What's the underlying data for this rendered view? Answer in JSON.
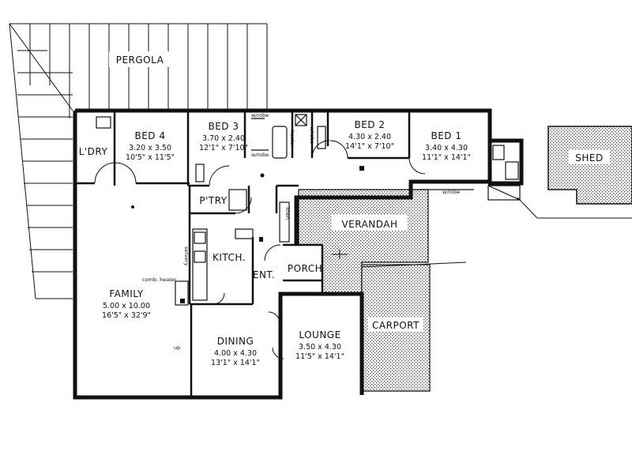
{
  "rooms": {
    "pergola": {
      "name": "PERGOLA"
    },
    "laundry": {
      "name": "L'DRY"
    },
    "bed4": {
      "name": "BED 4",
      "metric": "3.20 x 3.50",
      "imperial": "10'5\" x 11'5\""
    },
    "bed3": {
      "name": "BED 3",
      "metric": "3.70 x 2.40",
      "imperial": "12'1\" x 7'10\""
    },
    "bed2": {
      "name": "BED 2",
      "metric": "4.30 x 2.40",
      "imperial": "14'1\" x 7'10\""
    },
    "bed1": {
      "name": "BED 1",
      "metric": "3.40 x 4.30",
      "imperial": "11'1\" x 14'1\""
    },
    "shed": {
      "name": "SHED"
    },
    "pantry": {
      "name": "P'TRY"
    },
    "kitchen": {
      "name": "KITCH."
    },
    "verandah": {
      "name": "VERANDAH"
    },
    "porch": {
      "name": "PORCH"
    },
    "entry": {
      "name": "ENT."
    },
    "family": {
      "name": "FAMILY",
      "metric": "5.00 x 10.00",
      "imperial": "16'5\" x 32'9\""
    },
    "dining": {
      "name": "DINING",
      "metric": "4.00 x 4.30",
      "imperial": "13'1\" x 14'1\""
    },
    "lounge": {
      "name": "LOUNGE",
      "metric": "3.50 x 4.30",
      "imperial": "11'5\" x 14'1\""
    },
    "carport": {
      "name": "CARPORT"
    }
  },
  "annotations": {
    "wrobe_bed3_top": "w/robe",
    "wrobe_bed3_bottom": "w/robe",
    "heater": "heater",
    "wrobe_bed2": "w/robe",
    "wrobe_bed1": "w/robe",
    "linen": "linen",
    "servery": "servery",
    "comb_heater": "comb. heater",
    "up": "up"
  }
}
